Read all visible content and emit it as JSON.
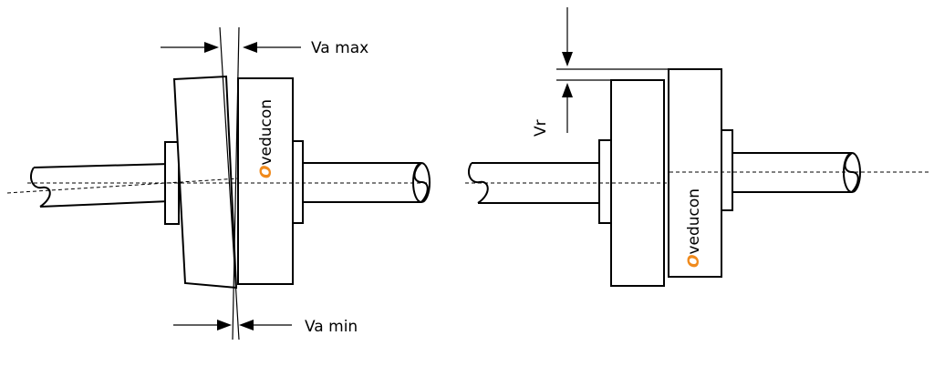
{
  "labels": {
    "axial_max": "Va max",
    "axial_min": "Va min",
    "radial": "Vr"
  },
  "brand": {
    "initial": "O",
    "rest": "veducon",
    "accent_color": "#f08a1c"
  }
}
